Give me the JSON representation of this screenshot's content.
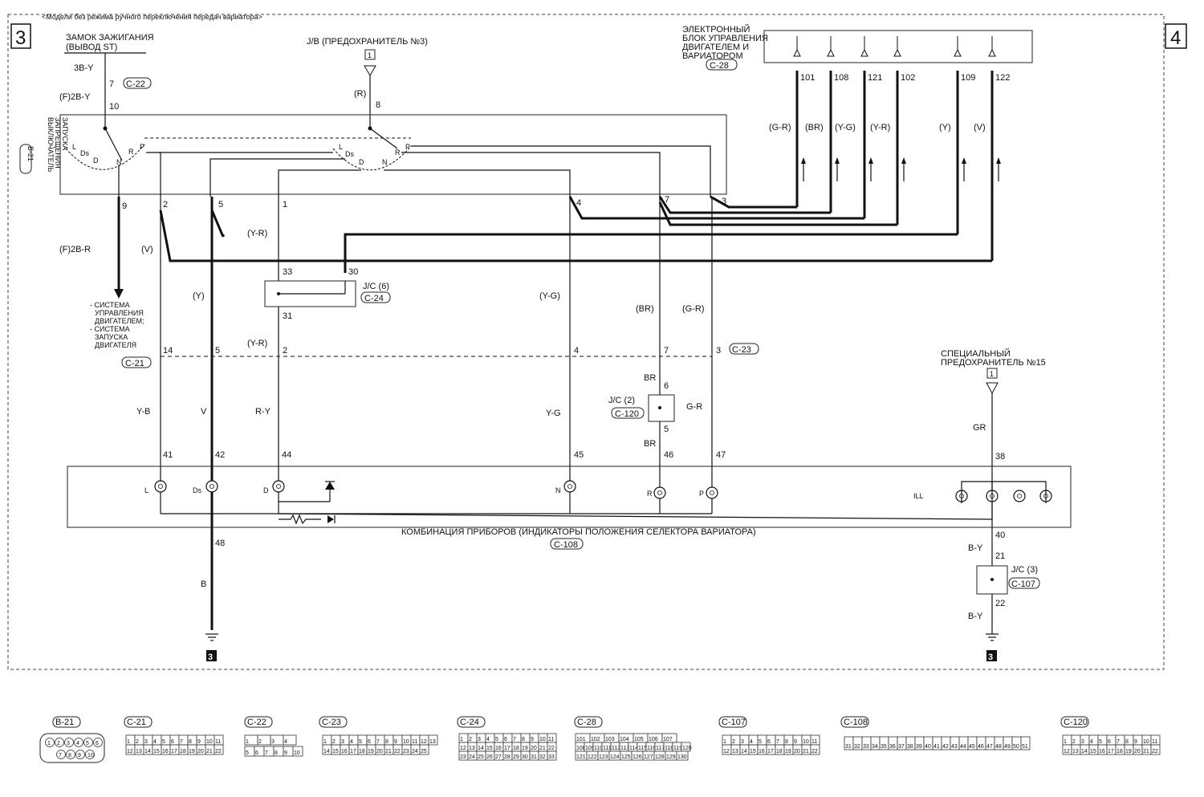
{
  "header_note": "<Модели без режима ручного переключения передач вариатора>",
  "page_markers": {
    "left": "3",
    "right": "4"
  },
  "ignition": {
    "title_line1": "ЗАМОК ЗАЖИГАНИЯ",
    "title_line2": "(ВЫВОД ST)",
    "wire_top": "3B-Y",
    "pin_7": "7",
    "conn": "C-22",
    "wire_lower": "(F)2B-Y",
    "pin_10": "10"
  },
  "jb": {
    "title": "J/B (ПРЕДОХРАНИТЕЛЬ №3)",
    "marker": "1",
    "wire": "(R)",
    "pin": "8"
  },
  "inhibitor": {
    "title_lines": [
      "ВЫКЛЮЧАТЕЛЬ",
      "ЗАПРЕЩЕНИЯ",
      "ЗАПУСКА"
    ],
    "conn": "B-21",
    "positions_left": [
      "L",
      "Ds",
      "D",
      "N",
      "R",
      "P"
    ],
    "positions_right": [
      "L",
      "Ds",
      "D",
      "N",
      "R",
      "P"
    ],
    "pins": [
      "9",
      "2",
      "5",
      "1",
      "4",
      "7",
      "3"
    ]
  },
  "ecu": {
    "title_lines": [
      "ЭЛЕКТРОННЫЙ",
      "БЛОК УПРАВЛЕНИЯ",
      "ДВИГАТЕЛЕМ И",
      "ВАРИАТОРОМ"
    ],
    "conn": "C-28",
    "pins": [
      "101",
      "108",
      "121",
      "102",
      "109",
      "122"
    ],
    "wires": [
      "(G-R)",
      "(BR)",
      "(Y-G)",
      "(Y-R)",
      "(Y)",
      "(V)"
    ]
  },
  "wires": {
    "f2b_r": "(F)2B-R",
    "v": "(V)",
    "y": "(Y)",
    "y_r_upper": "(Y-R)",
    "y_r_lower": "(Y-R)",
    "y_g": "(Y-G)",
    "br": "(BR)",
    "g_r": "(G-R)"
  },
  "engine_system_note": [
    "- СИСТЕМА",
    "УПРАВЛЕНИЯ",
    "ДВИГАТЕЛЕМ;",
    "- СИСТЕМА",
    "ЗАПУСКА",
    "ДВИГАТЕЛЯ"
  ],
  "jc6": {
    "label": "J/C (6)",
    "conn": "C-24",
    "pins": [
      "33",
      "30",
      "31"
    ]
  },
  "c23": {
    "conn": "C-23",
    "c21": "C-21",
    "pins": [
      "14",
      "5",
      "2",
      "4",
      "7",
      "3"
    ]
  },
  "lower_wires": [
    "Y-B",
    "V",
    "R-Y",
    "Y-G",
    "BR",
    "G-R"
  ],
  "jc2": {
    "label": "J/C (2)",
    "conn": "C-120",
    "pin_top": "6",
    "pin_bottom": "5",
    "wire_top": "BR",
    "wire_bottom": "BR"
  },
  "special_fuse": {
    "title_line1": "СПЕЦИАЛЬНЫЙ",
    "title_line2": "ПРЕДОХРАНИТЕЛЬ №15",
    "marker": "1",
    "wire": "GR",
    "pin": "38"
  },
  "cluster": {
    "pins_top": [
      "41",
      "42",
      "44",
      "45",
      "46",
      "47"
    ],
    "lamps": [
      "L",
      "Ds",
      "D",
      "N",
      "R",
      "P"
    ],
    "ill": "ILL",
    "title": "КОМБИНАЦИЯ ПРИБОРОВ (ИНДИКАТОРЫ ПОЛОЖЕНИЯ СЕЛЕКТОРА ВАРИАТОРА)",
    "conn": "C-108",
    "pin_48": "48",
    "pin_40": "40"
  },
  "ground_left": {
    "wire": "B",
    "marker": "3"
  },
  "ground_right": {
    "wire_top": "B-Y",
    "pin_21": "21",
    "jc": "J/C (3)",
    "conn": "C-107",
    "pin_22": "22",
    "wire_bottom": "B-Y",
    "marker": "3"
  },
  "connector_legend": {
    "b21": {
      "label": "B-21",
      "row1": [
        "1",
        "2",
        "3",
        "4",
        "5",
        "6"
      ],
      "row2": [
        "7",
        "8",
        "9",
        "10"
      ]
    },
    "c21": {
      "label": "C-21",
      "row1": [
        "1",
        "2",
        "3",
        "4",
        "5",
        "6",
        "7",
        "8",
        "9",
        "10",
        "11"
      ],
      "row2": [
        "12",
        "13",
        "14",
        "15",
        "16",
        "17",
        "18",
        "19",
        "20",
        "21",
        "22"
      ]
    },
    "c22": {
      "label": "C-22",
      "row1": [
        "1",
        "2",
        "3",
        "4"
      ],
      "row2": [
        "5",
        "6",
        "7",
        "8",
        "9",
        "10"
      ]
    },
    "c23": {
      "label": "C-23",
      "row1": [
        "1",
        "2",
        "3",
        "4",
        "5",
        "6",
        "7",
        "8",
        "9",
        "10",
        "11",
        "12",
        "13"
      ],
      "row2": [
        "14",
        "15",
        "16",
        "17",
        "18",
        "19",
        "20",
        "21",
        "22",
        "23",
        "24",
        "25"
      ]
    },
    "c24": {
      "label": "C-24",
      "row1": [
        "1",
        "2",
        "3",
        "4",
        "5",
        "6",
        "7",
        "8",
        "9",
        "10",
        "11"
      ],
      "row2": [
        "12",
        "13",
        "14",
        "15",
        "16",
        "17",
        "18",
        "19",
        "20",
        "21",
        "22"
      ],
      "row3": [
        "23",
        "24",
        "25",
        "26",
        "27",
        "28",
        "29",
        "30",
        "31",
        "32",
        "33"
      ]
    },
    "c28": {
      "label": "C-28",
      "row1": [
        "101",
        "102",
        "103",
        "104",
        "105",
        "106",
        "107"
      ],
      "row2": [
        "108",
        "109",
        "110",
        "111",
        "112",
        "113",
        "114",
        "115",
        "116",
        "117",
        "118",
        "119",
        "120"
      ],
      "row3": [
        "121",
        "122",
        "123",
        "124",
        "125",
        "126",
        "127",
        "128",
        "129",
        "130"
      ]
    },
    "c107": {
      "label": "C-107",
      "row1": [
        "1",
        "2",
        "3",
        "4",
        "5",
        "6",
        "7",
        "8",
        "9",
        "10",
        "11"
      ],
      "row2": [
        "12",
        "13",
        "14",
        "15",
        "16",
        "17",
        "18",
        "19",
        "20",
        "21",
        "22"
      ]
    },
    "c108": {
      "label": "C-108",
      "row1": [
        "31",
        "32",
        "33",
        "34",
        "35",
        "36",
        "37",
        "38",
        "39",
        "40",
        "41",
        "42",
        "43",
        "44",
        "45",
        "46",
        "47",
        "48",
        "49",
        "50",
        "51"
      ]
    },
    "c120": {
      "label": "C-120",
      "row1": [
        "1",
        "2",
        "3",
        "4",
        "5",
        "6",
        "7",
        "8",
        "9",
        "10",
        "11"
      ],
      "row2": [
        "12",
        "13",
        "14",
        "15",
        "16",
        "17",
        "18",
        "19",
        "20",
        "21",
        "22"
      ]
    }
  }
}
